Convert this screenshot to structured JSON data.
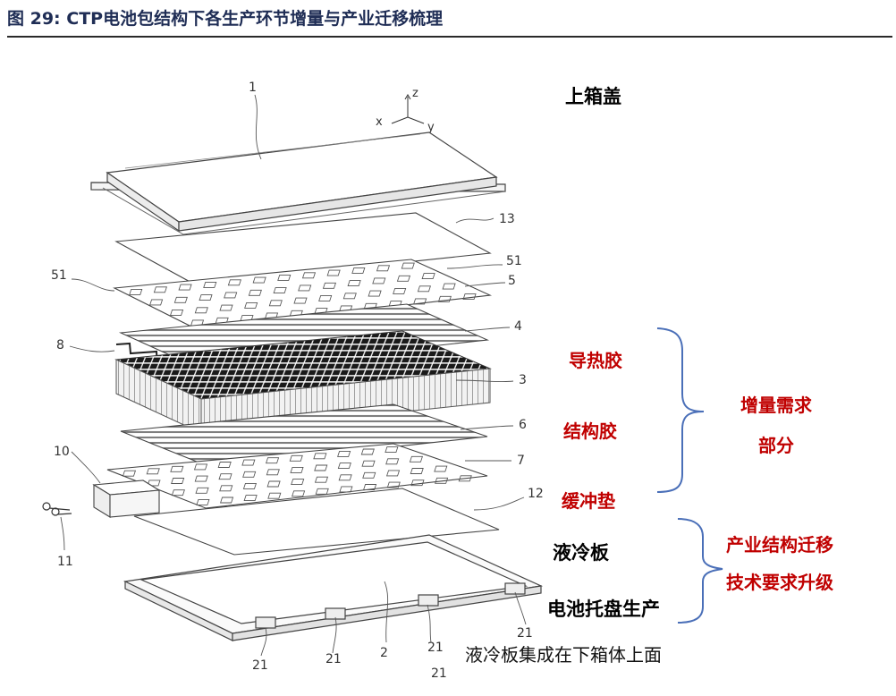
{
  "header": {
    "title": "图 29:   CTP电池包结构下各生产环节增量与产业迁移梳理"
  },
  "axes": {
    "z": "z",
    "x": "x",
    "y": "y"
  },
  "part_numbers": {
    "n1": "1",
    "n13": "13",
    "n51_left": "51",
    "n51_right": "51",
    "n5": "5",
    "n4": "4",
    "n8": "8",
    "n3": "3",
    "n6": "6",
    "n10": "10",
    "n7": "7",
    "n12": "12",
    "n11": "11",
    "n2": "2",
    "n21_a": "21",
    "n21_b": "21",
    "n21_c": "21",
    "n21_d": "21",
    "n21_e": "21"
  },
  "labels": {
    "top_cover": "上箱盖",
    "thermal_glue": "导热胶",
    "structural_glue": "结构胶",
    "buffer_pad": "缓冲垫",
    "demand_line1": "增量需求",
    "demand_line2": "部分",
    "liquid_cooling_plate": "液冷板",
    "tray_production": "电池托盘生产",
    "migration_line1": "产业结构迁移",
    "migration_line2": "技术要求升级",
    "bottom_caption": "液冷板集成在下箱体上面"
  },
  "colors": {
    "accent_red": "#c00000",
    "bracket_blue": "#4a6fb8",
    "title_navy": "#1f2d55"
  }
}
